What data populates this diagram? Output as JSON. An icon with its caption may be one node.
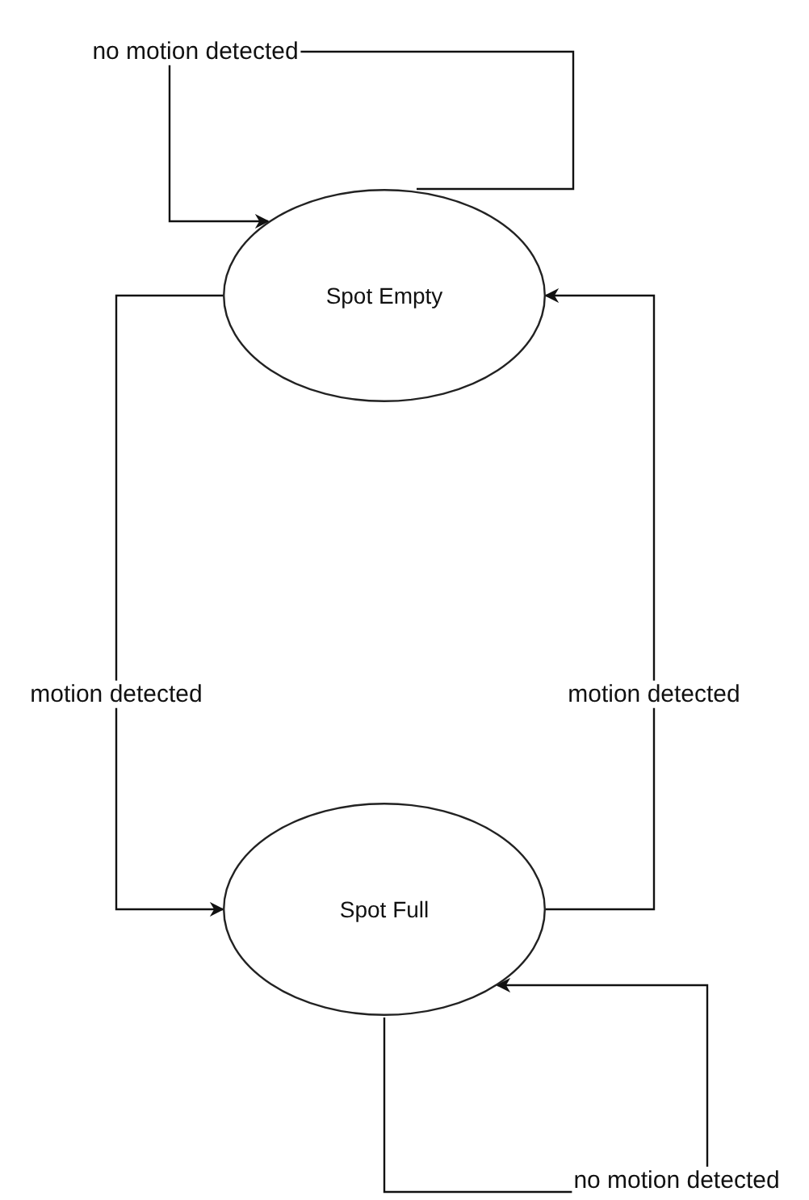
{
  "diagram": {
    "nodes": [
      {
        "text": [
          "Spot Empty"
        ]
      },
      {
        "text": [
          "Spot Full"
        ]
      }
    ],
    "edges": [
      {
        "from": 0,
        "to": 0,
        "arrow": "to",
        "label": "no motion detected"
      },
      {
        "from": 0,
        "to": 1,
        "arrow": "to",
        "label": "motion detected"
      },
      {
        "from": 1,
        "to": 0,
        "arrow": "to",
        "label": "motion detected"
      },
      {
        "from": 1,
        "to": 1,
        "arrow": "to",
        "label": "no motion detected"
      }
    ]
  }
}
